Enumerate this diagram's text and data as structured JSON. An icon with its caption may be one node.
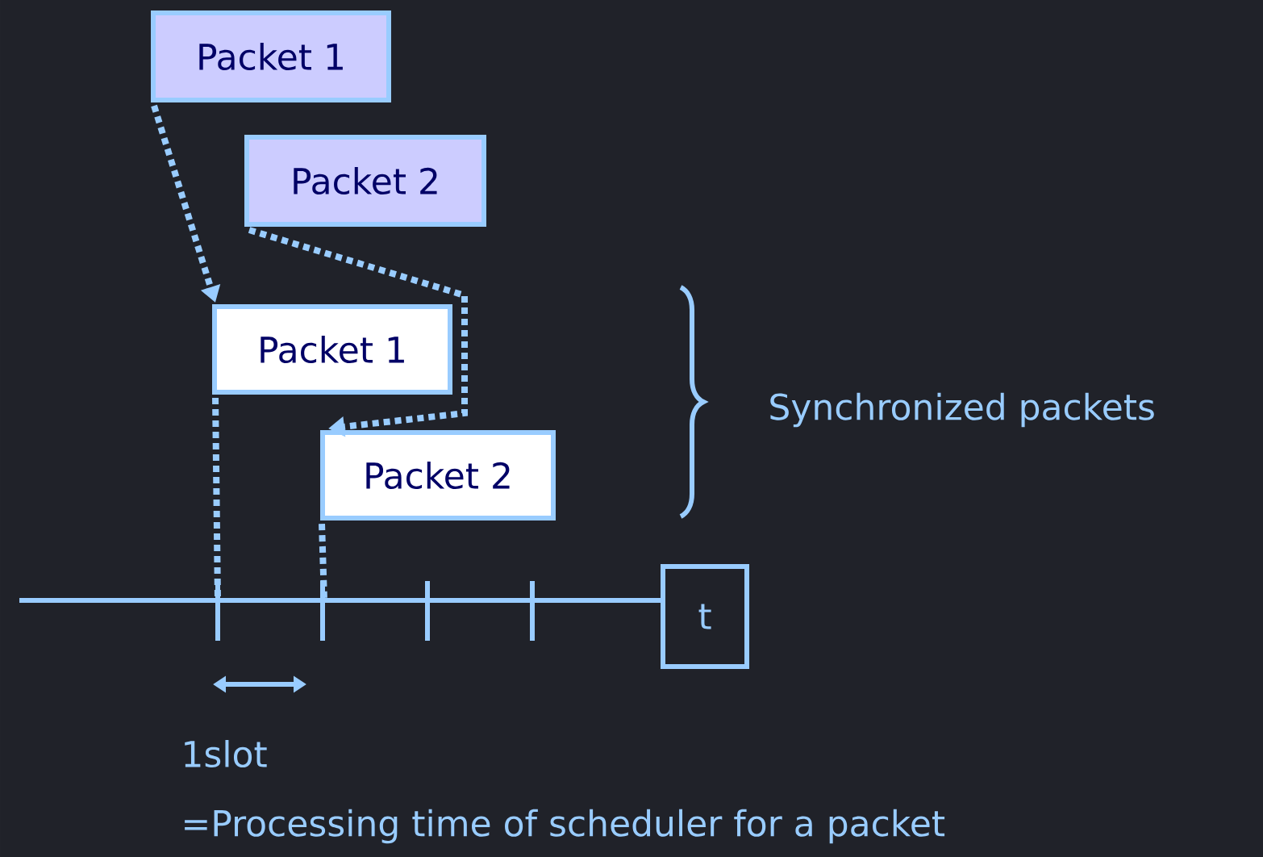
{
  "diagram": {
    "nodes": [
      {
        "text": [
          "Packet 1"
        ]
      },
      {
        "text": [
          "Packet 2"
        ]
      },
      {
        "text": [
          "Packet 1"
        ]
      },
      {
        "text": [
          "Packet 2"
        ]
      },
      {
        "text": [
          "t"
        ]
      }
    ],
    "edges": [
      {
        "from": 0,
        "to": 2,
        "arrow": "to"
      },
      {
        "from": 1,
        "to": 3,
        "arrow": "to"
      },
      {
        "from": 2,
        "to": null,
        "arrow": "none"
      },
      {
        "from": 3,
        "to": null,
        "arrow": "none"
      }
    ],
    "labels": [
      "Synchronized packets",
      "1slot",
      "=Processing time of scheduler for a packet"
    ]
  }
}
